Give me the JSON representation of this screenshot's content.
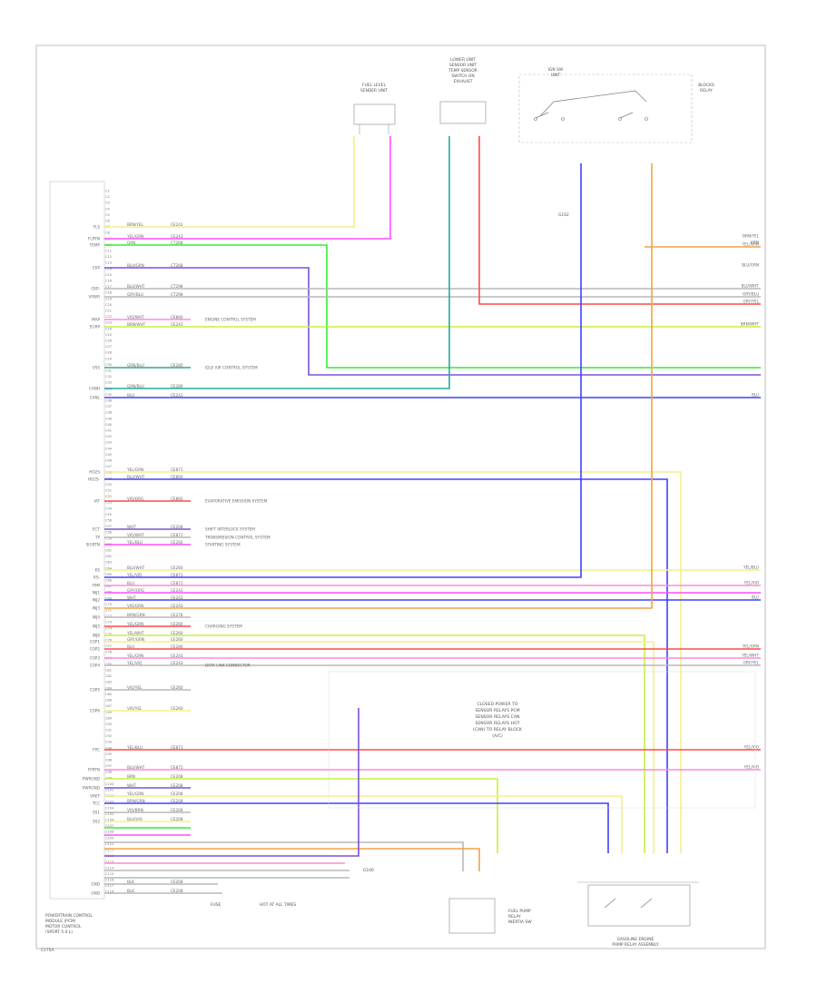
{
  "diagram": {
    "components": {
      "fuel_level_sender": [
        "FUEL LEVEL",
        "SENDER UNIT"
      ],
      "lower_unit_sensor": [
        "LOWER UNIT",
        "SENSOR UNIT",
        "TEMP SENSOR",
        "SWITCH ON",
        "EXHAUST"
      ],
      "ignition_switch": [
        "IGN SW",
        "UNIT"
      ],
      "ignition_switch_right": [
        "BLOCKS",
        "RELAY"
      ],
      "main_module": [
        "POWERTRAIN CONTROL",
        "MODULE (PCM)",
        "MOTOR CONTROL",
        "(SPORT 5.0 L)"
      ],
      "fuel_pump_relay": [
        "FUEL PUMP",
        "RELAY",
        "INERTIA SW"
      ],
      "steering_module": [
        "GASOLINE ENGINE",
        "PUMP RELAY ASSEMBLY"
      ],
      "body_text": [
        "CLOSED POWER TO",
        "SENSOR RELAYS PCM",
        "SENSOR RELAYS CAN",
        "SENSOR RELAYS HOT",
        "(CAN) TO RELAY BLOCK",
        "(A/C)"
      ]
    },
    "connector_pins": [
      "C1",
      "C2",
      "C3",
      "C4",
      "C5",
      "C6",
      "C7",
      "C8",
      "C9",
      "C10",
      "C11",
      "C12",
      "C13",
      "C14",
      "C15",
      "C16",
      "C17",
      "C18",
      "C19",
      "C20",
      "C21",
      "C22",
      "C23",
      "C24",
      "C25",
      "C26",
      "C27",
      "C28",
      "C29",
      "C30",
      "C31",
      "C32",
      "C33",
      "C34",
      "C35",
      "C36",
      "C37",
      "C38",
      "C39",
      "C40",
      "C41",
      "C42",
      "C43",
      "C44",
      "C45",
      "C46",
      "C47",
      "C48",
      "C49",
      "C50",
      "C51",
      "C52",
      "C53",
      "C54",
      "C55",
      "C56",
      "C57",
      "C58",
      "C59",
      "C60",
      "C61",
      "C62",
      "C63",
      "C64",
      "C65",
      "C66",
      "C67",
      "C68",
      "C69",
      "C70",
      "C71",
      "C72",
      "C73",
      "C74",
      "C75",
      "C76",
      "C77",
      "C78",
      "C79",
      "C80",
      "C81",
      "C82",
      "C83",
      "C84",
      "C85",
      "C86",
      "C87",
      "C88",
      "C89",
      "C90",
      "C91",
      "C92",
      "C93",
      "C94",
      "C95",
      "C96",
      "C97",
      "C98",
      "C99",
      "C100",
      "C101",
      "C102",
      "C103",
      "C104",
      "C105",
      "C106",
      "C107",
      "C108",
      "C109",
      "C110",
      "C111",
      "C112",
      "C113",
      "C114",
      "C115",
      "C116",
      "C117",
      "C118"
    ],
    "wire_rows": [
      {
        "name": "FLS",
        "color_label": "BRN/YEL",
        "wire_no": "CE243"
      },
      {
        "name": "FLRTN",
        "color_label": "YEL/GRN",
        "wire_no": "CE243"
      },
      {
        "name": "TEMP",
        "color_label": "GRN",
        "wire_no": "CT268"
      },
      {
        "name": "CKP",
        "color_label": "BLU/GRN",
        "wire_no": "CT268"
      },
      {
        "name": "CKP-",
        "color_label": "BLU/WHT",
        "wire_no": "CT298"
      },
      {
        "name": "VPWR",
        "color_label": "GRY/BLU",
        "wire_no": "CT298"
      },
      {
        "name": "MAP",
        "color_label": "VIO/WHT",
        "wire_no": "CE860"
      },
      {
        "name": "EGRP",
        "color_label": "BRN/WHT",
        "wire_no": "CE243"
      },
      {
        "name": "VSS",
        "color_label": "GRN/BLU",
        "wire_no": "CE280"
      },
      {
        "name": "CANH",
        "color_label": "GRN/BLU",
        "wire_no": "CE280"
      },
      {
        "name": "CANL",
        "color_label": "BLU",
        "wire_no": "CE243"
      },
      {
        "name": "HO2S",
        "color_label": "YEL/GRN",
        "wire_no": "CE871"
      },
      {
        "name": "HO2S-",
        "color_label": "BLU/WHT",
        "wire_no": "CE860"
      },
      {
        "name": "IAT",
        "color_label": "VIO/ORG",
        "wire_no": "CE860"
      },
      {
        "name": "ECT",
        "color_label": "WHT",
        "wire_no": "CE208"
      },
      {
        "name": "TP",
        "color_label": "VIO/WHT",
        "wire_no": "CE871"
      },
      {
        "name": "SIGRTN",
        "color_label": "YEL/BLU",
        "wire_no": "CE260"
      },
      {
        "name": "KS",
        "color_label": "BLU/WHT",
        "wire_no": "CE260"
      },
      {
        "name": "KS-",
        "color_label": "YEL/VIO",
        "wire_no": "CE871"
      },
      {
        "name": "FPM",
        "color_label": "BLU",
        "wire_no": "CE871"
      },
      {
        "name": "INJ1",
        "color_label": "GRY/ORG",
        "wire_no": "CE243"
      },
      {
        "name": "INJ2",
        "color_label": "WHT",
        "wire_no": "CE243"
      },
      {
        "name": "INJ3",
        "color_label": "VIO/GRN",
        "wire_no": "CE243"
      },
      {
        "name": "INJ4",
        "color_label": "BRN/GRN",
        "wire_no": "CE278"
      },
      {
        "name": "INJ5",
        "color_label": "YEL/GRN",
        "wire_no": "CE260"
      },
      {
        "name": "INJ6",
        "color_label": "YEL/WHT",
        "wire_no": "CE260"
      },
      {
        "name": "COP1",
        "color_label": "GRY/GRN",
        "wire_no": "CE260"
      },
      {
        "name": "COP2",
        "color_label": "BLU",
        "wire_no": "CE280"
      },
      {
        "name": "COP3",
        "color_label": "YEL/GRN",
        "wire_no": "CE243"
      },
      {
        "name": "COP4",
        "color_label": "YEL/VIO",
        "wire_no": "CE243"
      },
      {
        "name": "COP5",
        "color_label": "VIO/YEL",
        "wire_no": "CE260"
      },
      {
        "name": "COP6",
        "color_label": "VIO/YEL",
        "wire_no": "CE260"
      },
      {
        "name": "FPC",
        "color_label": "YEL/BLU",
        "wire_no": "CE871"
      },
      {
        "name": "FPRTN",
        "color_label": "BLU/WHT",
        "wire_no": "CE871"
      },
      {
        "name": "PWRGND",
        "color_label": "BRN",
        "wire_no": "CE208"
      },
      {
        "name": "PWRGND",
        "color_label": "WHT",
        "wire_no": "CE208"
      },
      {
        "name": "VREF",
        "color_label": "YEL/GRN",
        "wire_no": "CE208"
      },
      {
        "name": "TCC",
        "color_label": "BRN/GRN",
        "wire_no": "CE208"
      },
      {
        "name": "SS1",
        "color_label": "VIO/BRN",
        "wire_no": "CE208"
      },
      {
        "name": "SS2",
        "color_label": "BLU/VIO",
        "wire_no": "CE208"
      },
      {
        "name": "GND",
        "color_label": "BLK",
        "wire_no": "CE208"
      },
      {
        "name": "GND",
        "color_label": "BLK",
        "wire_no": "CE208"
      }
    ],
    "right_labels": [
      "BRN/YEL",
      "YEL/GRN",
      "BLU/WHT",
      "GRY/BLU",
      "GRY/YEL",
      "BRN/WHT",
      "GRN",
      "BLU/GRN",
      "BLU",
      "YEL/BLU",
      "YEL/VIO",
      "BLU",
      "YEL/GRN",
      "YEL/WHT",
      "GRY/YEL",
      "YEL/VIO",
      "YEL/VIO"
    ],
    "ref_notes": [
      "ENGINE CONTROL SYSTEM",
      "IDLE AIR CONTROL SYSTEM",
      "EVAPORATIVE EMISSION SYSTEM",
      "SHIFT INTERLOCK SYSTEM",
      "TRANSMISSION CONTROL SYSTEM",
      "STARTING SYSTEM",
      "CHARGING SYSTEM",
      "DATA LINK CONNECTOR"
    ],
    "misc_labels": {
      "fuse": "FUSE",
      "ground": "G100",
      "ground_ref": "G102",
      "hot_note": "HOT AT ALL TIMES",
      "bottom_left": "C175A"
    },
    "colors": {
      "yellow": "#f2f08a",
      "magenta": "#ff4fff",
      "green": "#33ee33",
      "purple": "#7a52d8",
      "blue": "#4040ff",
      "red": "#ff4a4a",
      "orange": "#f2a24a",
      "teal": "#2aa89a",
      "pink": "#ff8ad8",
      "lime": "#c8f040",
      "gray": "#b8b8b8"
    }
  }
}
